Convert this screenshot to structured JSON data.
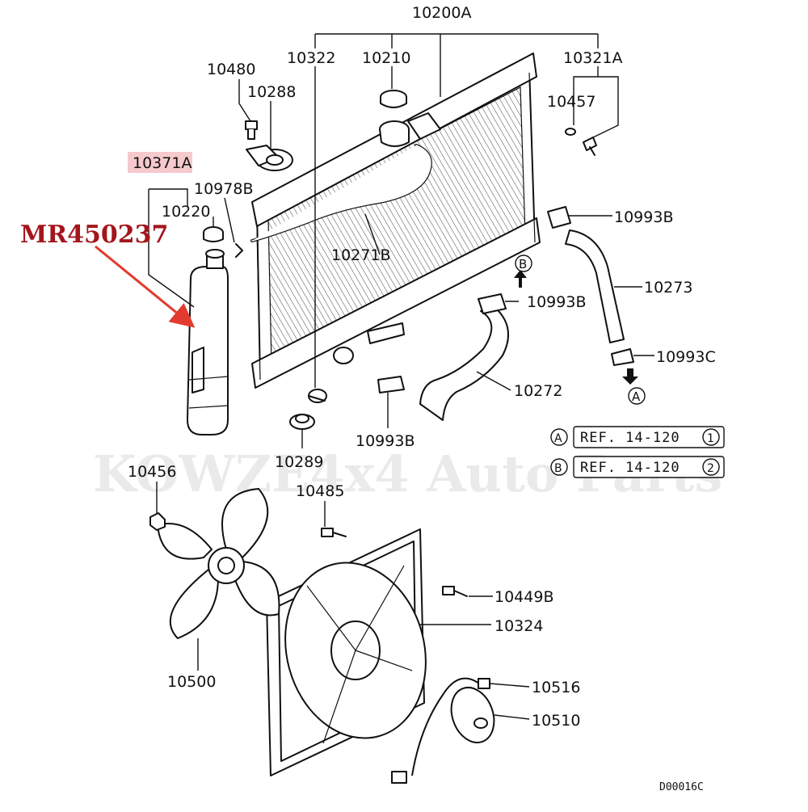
{
  "callouts": {
    "c10200A": "10200A",
    "c10322": "10322",
    "c10210": "10210",
    "c10321A": "10321A",
    "c10480": "10480",
    "c10288": "10288",
    "c10457": "10457",
    "c10371A": "10371A",
    "c10978B": "10978B",
    "c10220": "10220",
    "c10271B": "10271B",
    "c10993B_a": "10993B",
    "c10273": "10273",
    "c10993B_b": "10993B",
    "c10993C": "10993C",
    "c10272": "10272",
    "c10993B_c": "10993B",
    "c10289": "10289",
    "c10456": "10456",
    "c10485": "10485",
    "c10449B": "10449B",
    "c10324": "10324",
    "c10500": "10500",
    "c10516": "10516",
    "c10510": "10510"
  },
  "part_number": "MR450237",
  "references": [
    {
      "letter": "A",
      "text": "REF. 14-120",
      "num": "1"
    },
    {
      "letter": "B",
      "text": "REF. 14-120",
      "num": "2"
    }
  ],
  "connector_a": "A",
  "connector_b": "B",
  "watermark": "KOWZE4x4 Auto Parts",
  "diagram_code": "D00016C",
  "colors": {
    "highlight_bg": "#f6c9cc",
    "part_number": "#a3161c",
    "arrow": "#e23a2e"
  }
}
